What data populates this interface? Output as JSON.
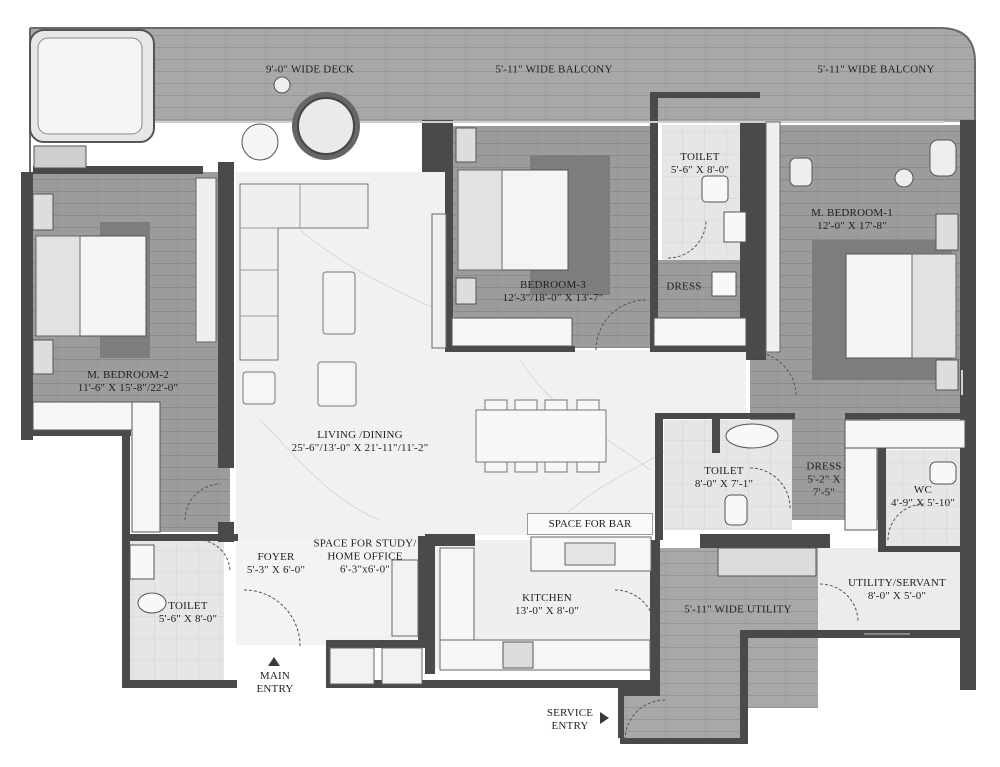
{
  "rooms": {
    "deck": {
      "name": "9'-0\" WIDE DECK"
    },
    "balcony_center": {
      "name": "5'-11\" WIDE BALCONY"
    },
    "balcony_right": {
      "name": "5'-11\" WIDE BALCONY"
    },
    "toilet_top": {
      "name": "TOILET",
      "dims": "5'-6\" X 8'-0\""
    },
    "master_bedroom_1": {
      "name": "M. BEDROOM-1",
      "dims": "12'-0\" X 17'-8\""
    },
    "bedroom_3": {
      "name": "BEDROOM-3",
      "dims": "12'-3\"/18'-0\" X 13'-7\""
    },
    "dress_top": {
      "name": "DRESS"
    },
    "master_bedroom_2": {
      "name": "M. BEDROOM-2",
      "dims": "11'-6\" X 15'-8\"/22'-0\""
    },
    "living_dining": {
      "name": "LIVING /DINING",
      "dims": "25'-6\"/13'-0\" X 21'-11\"/11'-2\""
    },
    "toilet_mid": {
      "name": "TOILET",
      "dims": "8'-0\" X 7'-1\""
    },
    "dress_right": {
      "name": "DRESS",
      "dims_1": "5'-2\" X",
      "dims_2": "7'-5\""
    },
    "wc": {
      "name": "WC",
      "dims": "4'-9\" X 5'-10\""
    },
    "bar": {
      "name": "SPACE FOR BAR"
    },
    "foyer": {
      "name": "FOYER",
      "dims": "5'-3\" X 6'-0\""
    },
    "study": {
      "name_1": "SPACE FOR STUDY/",
      "name_2": "HOME OFFICE",
      "dims": "6'-3\"x6'-0\""
    },
    "kitchen": {
      "name": "KITCHEN",
      "dims": "13'-0\" X 8'-0\""
    },
    "utility_wide": {
      "name": "5'-11\" WIDE UTILITY"
    },
    "utility_servant": {
      "name": "UTILITY/SERVANT",
      "dims": "8'-0\" X 5'-0\""
    },
    "toilet_left": {
      "name": "TOILET",
      "dims": "5'-6\" X 8'-0\""
    }
  },
  "entries": {
    "main_1": "MAIN",
    "main_2": "ENTRY",
    "service_1": "SERVICE",
    "service_2": "ENTRY"
  },
  "colors": {
    "wall": "#4a4a4a",
    "wood_floor": "#9a9a9a",
    "marble_floor": "#f2f2f2",
    "rug": "#7a7a7a",
    "bed": "#f4f4f4"
  }
}
